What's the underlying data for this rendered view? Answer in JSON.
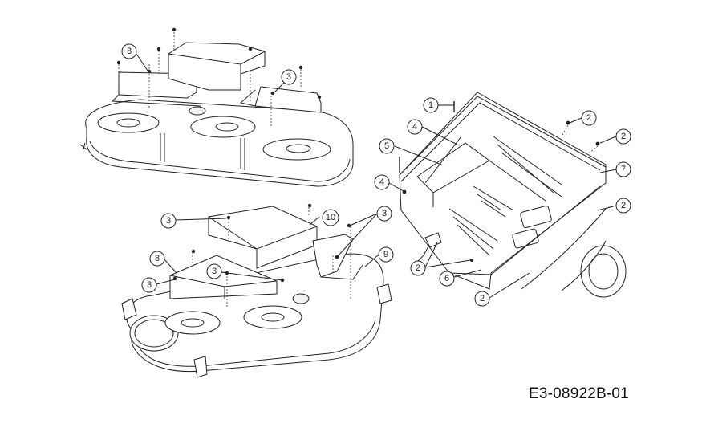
{
  "diagram": {
    "type": "exploded-parts-diagram",
    "drawing_id": "E3-08922B-01",
    "assemblies": [
      {
        "name": "upper-left-mower-deck",
        "callouts": [
          "3",
          "3"
        ]
      },
      {
        "name": "lower-left-mower-deck",
        "callouts": [
          "3",
          "10",
          "3",
          "8",
          "3",
          "3",
          "9"
        ]
      },
      {
        "name": "right-frame-assembly",
        "callouts": [
          "1",
          "2",
          "2",
          "4",
          "5",
          "7",
          "4",
          "2",
          "2",
          "6",
          "2"
        ]
      }
    ],
    "callouts": [
      {
        "id": "c1",
        "label": "3"
      },
      {
        "id": "c2",
        "label": "3"
      },
      {
        "id": "c3",
        "label": "3"
      },
      {
        "id": "c4",
        "label": "10"
      },
      {
        "id": "c5",
        "label": "3"
      },
      {
        "id": "c6",
        "label": "8"
      },
      {
        "id": "c7",
        "label": "3"
      },
      {
        "id": "c8",
        "label": "3"
      },
      {
        "id": "c9",
        "label": "9"
      },
      {
        "id": "c10",
        "label": "1"
      },
      {
        "id": "c11",
        "label": "2"
      },
      {
        "id": "c12",
        "label": "4"
      },
      {
        "id": "c13",
        "label": "2"
      },
      {
        "id": "c14",
        "label": "5"
      },
      {
        "id": "c15",
        "label": "7"
      },
      {
        "id": "c16",
        "label": "4"
      },
      {
        "id": "c17",
        "label": "2"
      },
      {
        "id": "c18",
        "label": "2"
      },
      {
        "id": "c19",
        "label": "6"
      },
      {
        "id": "c20",
        "label": "2"
      }
    ]
  }
}
